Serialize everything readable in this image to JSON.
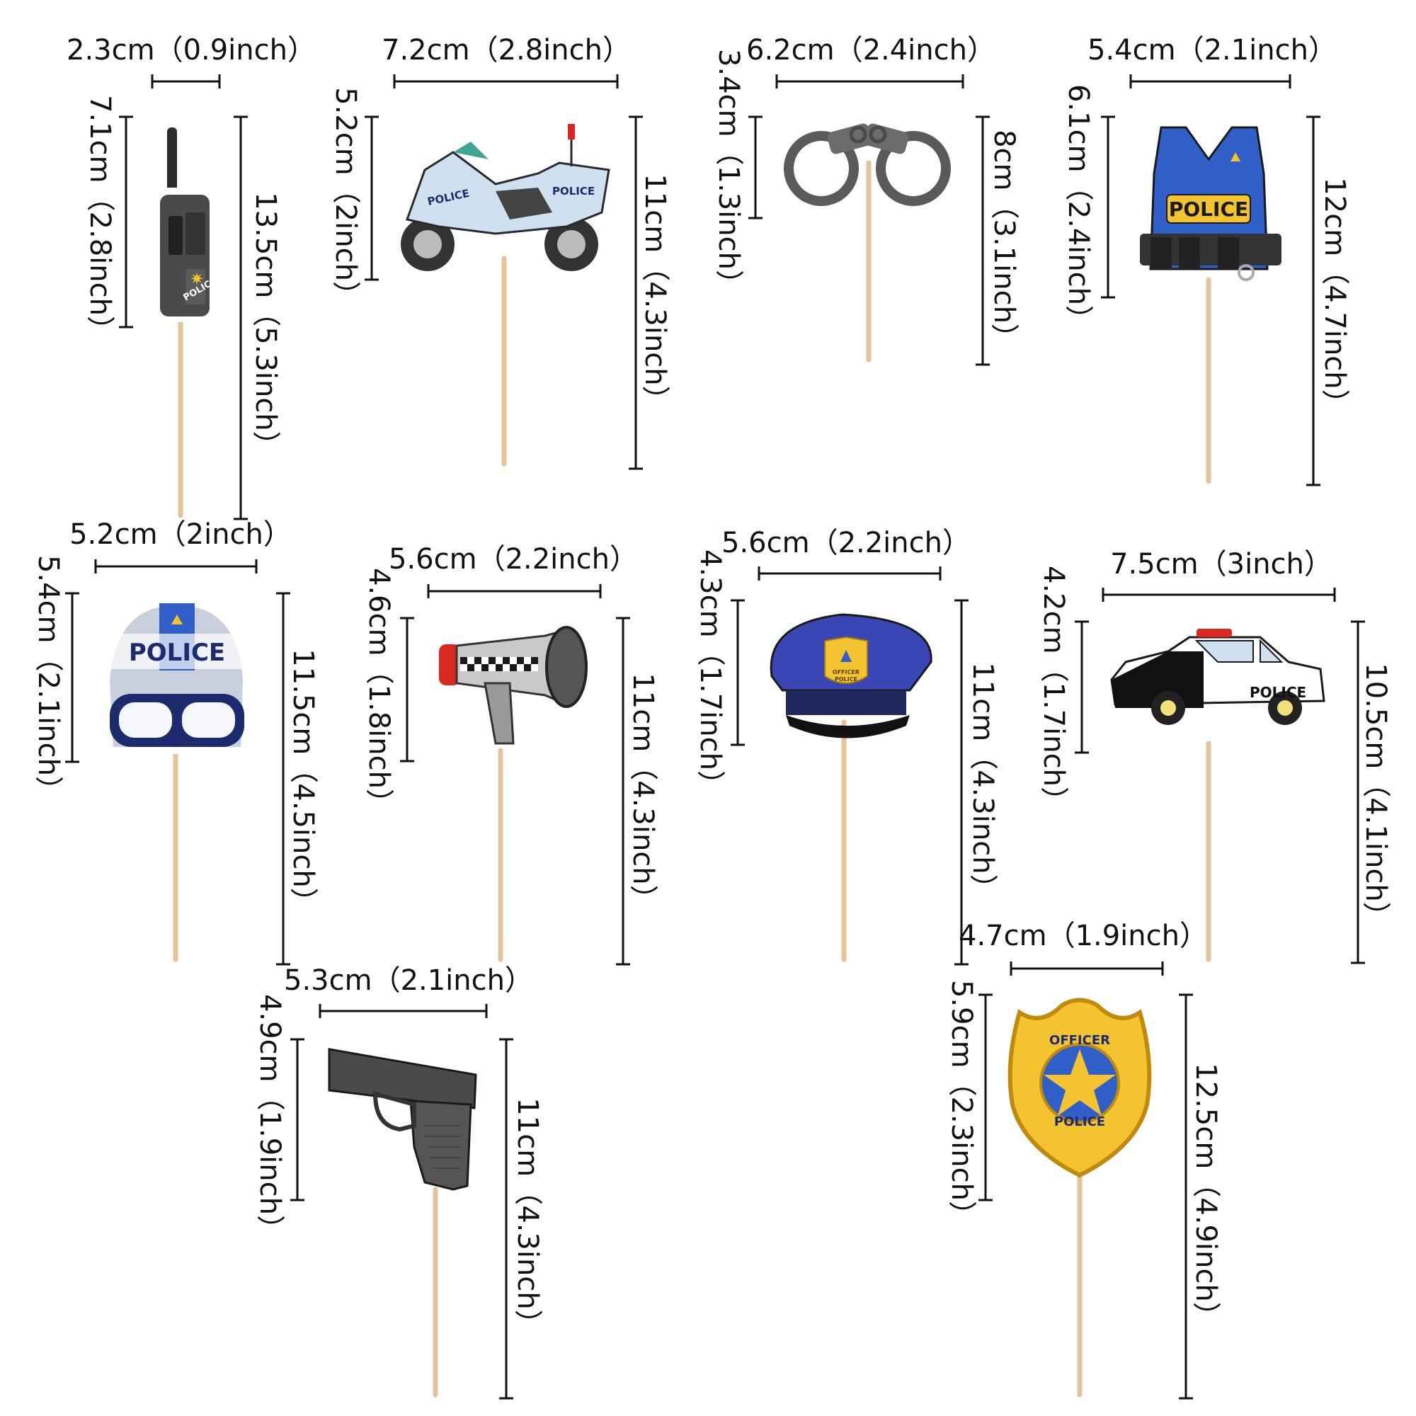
{
  "colors": {
    "dimension": "#111111",
    "stick": "#e3c39a",
    "police_blue": "#2f5fc7",
    "navy": "#1c2a6e",
    "gold": "#f4c430",
    "red": "#d8281f",
    "grey": "#6b6b6b"
  },
  "items": [
    {
      "icon": "walkie-talkie-icon",
      "width_label": "2.3cm（0.9inch）",
      "image_height_label": "7.1cm（2.8inch）",
      "total_height_label": "13.5cm（5.3inch）",
      "art_text": "POLICE"
    },
    {
      "icon": "motorcycle-icon",
      "width_label": "7.2cm（2.8inch）",
      "image_height_label": "5.2cm（2inch）",
      "total_height_label": "11cm（4.3inch）",
      "art_text": "POLICE"
    },
    {
      "icon": "handcuffs-icon",
      "width_label": "6.2cm（2.4inch）",
      "image_height_label": "3.4cm（1.3inch）",
      "total_height_label": "8cm（3.1inch）",
      "art_text": ""
    },
    {
      "icon": "police-vest-icon",
      "width_label": "5.4cm（2.1inch）",
      "image_height_label": "6.1cm（2.4inch）",
      "total_height_label": "12cm（4.7inch）",
      "art_text": "POLICE"
    },
    {
      "icon": "helmet-icon",
      "width_label": "5.2cm（2inch）",
      "image_height_label": "5.4cm（2.1inch）",
      "total_height_label": "11.5cm（4.5inch）",
      "art_text": "POLICE"
    },
    {
      "icon": "megaphone-icon",
      "width_label": "5.6cm（2.2inch）",
      "image_height_label": "4.6cm（1.8inch）",
      "total_height_label": "11cm（4.3inch）",
      "art_text": ""
    },
    {
      "icon": "police-cap-icon",
      "width_label": "5.6cm（2.2inch）",
      "image_height_label": "4.3cm（1.7inch）",
      "total_height_label": "11cm（4.3inch）",
      "art_text": "OFFICER POLICE"
    },
    {
      "icon": "police-car-icon",
      "width_label": "7.5cm（3inch）",
      "image_height_label": "4.2cm（1.7inch）",
      "total_height_label": "10.5cm（4.1inch）",
      "art_text": "POLICE"
    },
    {
      "icon": "pistol-icon",
      "width_label": "5.3cm（2.1inch）",
      "image_height_label": "4.9cm（1.9inch）",
      "total_height_label": "11cm（4.3inch）",
      "art_text": ""
    },
    {
      "icon": "badge-icon",
      "width_label": "4.7cm（1.9inch）",
      "image_height_label": "5.9cm（2.3inch）",
      "total_height_label": "12.5cm（4.9inch）",
      "art_text": "OFFICER POLICE"
    }
  ]
}
